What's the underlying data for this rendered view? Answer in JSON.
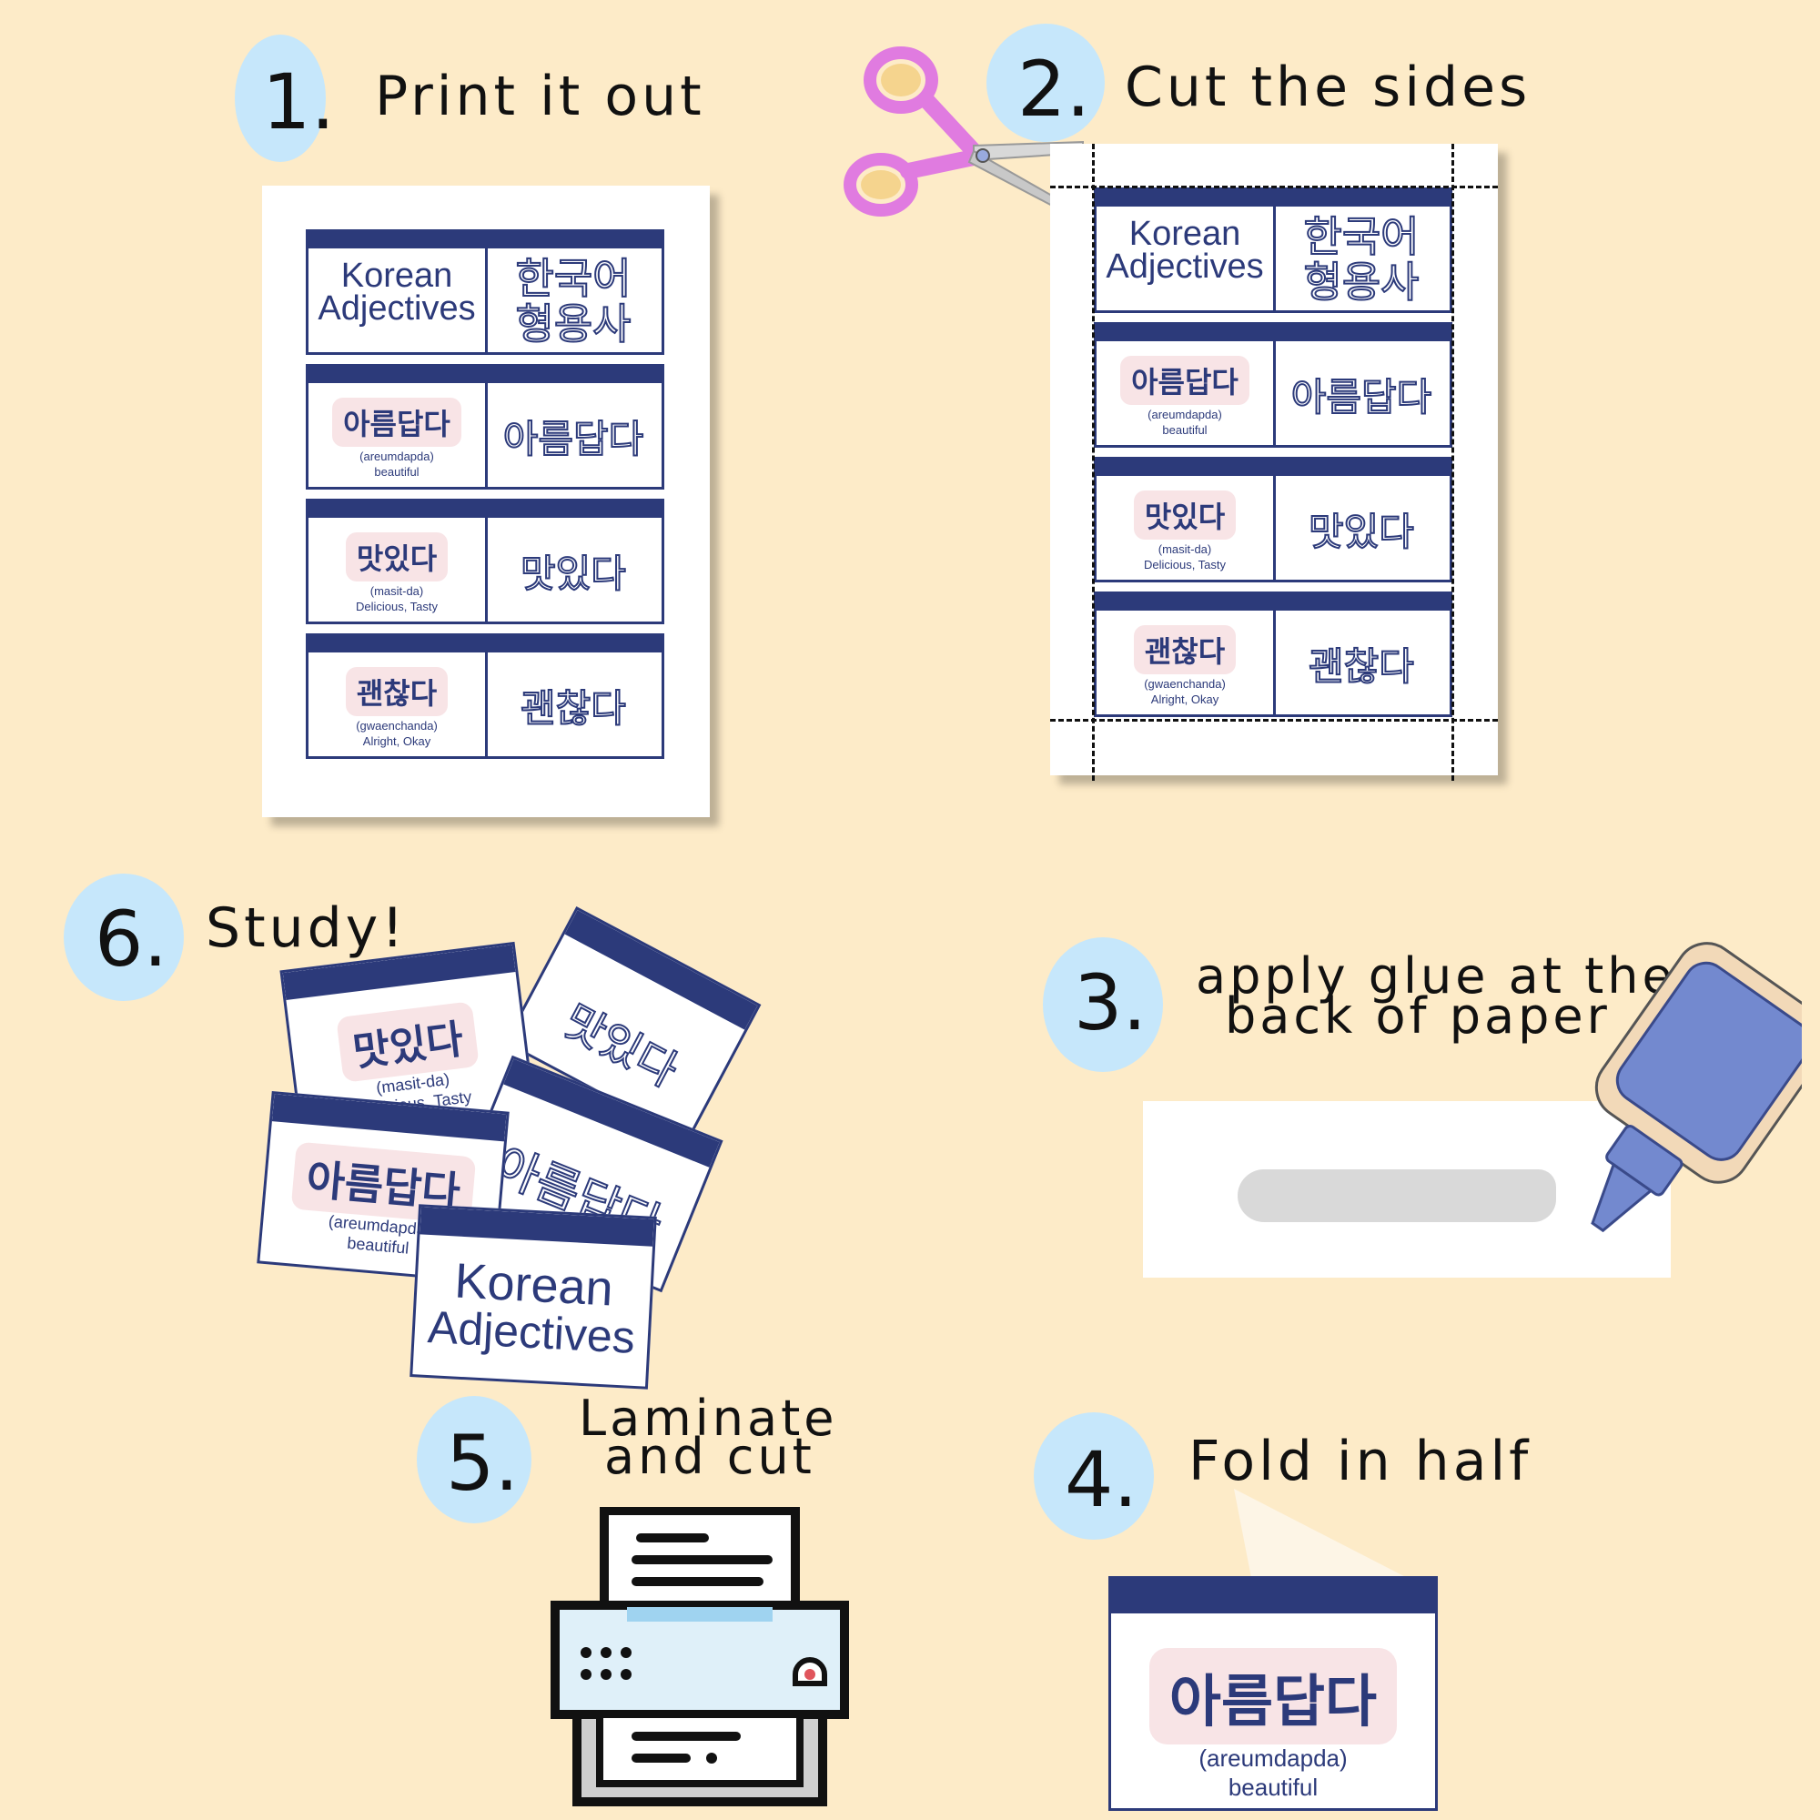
{
  "steps": [
    {
      "number": "1.",
      "label": "Print it out"
    },
    {
      "number": "2.",
      "label": "Cut the sides"
    },
    {
      "number": "3.",
      "label_line1": "apply glue at the",
      "label_line2": "back of paper"
    },
    {
      "number": "4.",
      "label": "Fold in half"
    },
    {
      "number": "5.",
      "label_line1": "Laminate",
      "label_line2": "and cut"
    },
    {
      "number": "6.",
      "label": "Study!"
    }
  ],
  "cards": {
    "title_en_line1": "Korean",
    "title_en_line2": "Adjectives",
    "title_ko_line1": "한국어",
    "title_ko_line2": "형용사",
    "words": [
      {
        "korean": "아름답다",
        "romanization": "(areumdapda)",
        "meaning": "beautiful"
      },
      {
        "korean": "맛있다",
        "romanization": "(masit-da)",
        "meaning": "Delicious, Tasty"
      },
      {
        "korean": "괜찮다",
        "romanization": "(gwaenchanda)",
        "meaning": "Alright, Okay"
      }
    ]
  },
  "icons": [
    "scissors-icon",
    "glue-bottle-icon",
    "laminator-printer-icon"
  ],
  "colors": {
    "background": "#fdebc8",
    "accent_circle": "#c6e7fb",
    "card_navy": "#2c3a7a",
    "pill_pink": "#f8e4e6"
  }
}
